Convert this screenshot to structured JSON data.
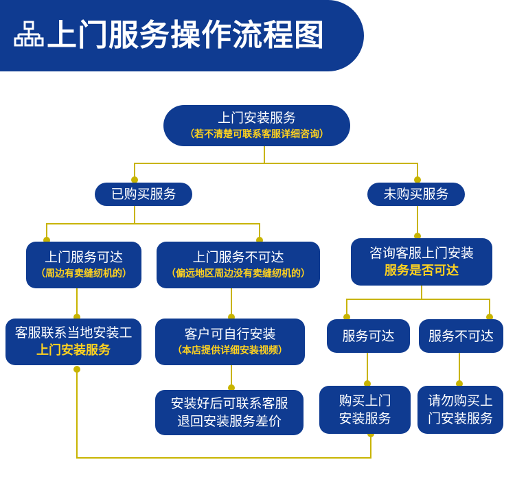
{
  "header": {
    "title": "上门服务操作流程图",
    "icon": "hierarchy-icon"
  },
  "colors": {
    "primary": "#0f3b91",
    "accent": "#ffd21f",
    "line": "#c8b400"
  },
  "nodes": {
    "root": {
      "line1": "上门安装服务",
      "line2": "（若不清楚可联系客服详细咨询）"
    },
    "purchased": {
      "label": "已购买服务"
    },
    "not_purchased": {
      "label": "未购买服务"
    },
    "reachable": {
      "line1": "上门服务可达",
      "line2": "（周边有卖缝纫机的）"
    },
    "unreachable": {
      "line1": "上门服务不可达",
      "line2": "（偏远地区周边没有卖缝纫机的）"
    },
    "consult": {
      "line1": "咨询客服上门安装",
      "line2": "服务是否可达"
    },
    "cs_contact": {
      "line1": "客服联系当地安装工",
      "line2": "上门安装服务"
    },
    "self_install": {
      "line1": "客户可自行安装",
      "line2": "（本店提供详细安装视频）"
    },
    "service_ok": {
      "label": "服务可达"
    },
    "service_no": {
      "label": "服务不可达"
    },
    "refund": {
      "line1": "安装好后可联系客服",
      "line2": "退回安装服务差价"
    },
    "buy": {
      "line1": "购买上门",
      "line2": "安装服务"
    },
    "dont_buy": {
      "line1": "请勿购买上",
      "line2": "门安装服务"
    }
  }
}
